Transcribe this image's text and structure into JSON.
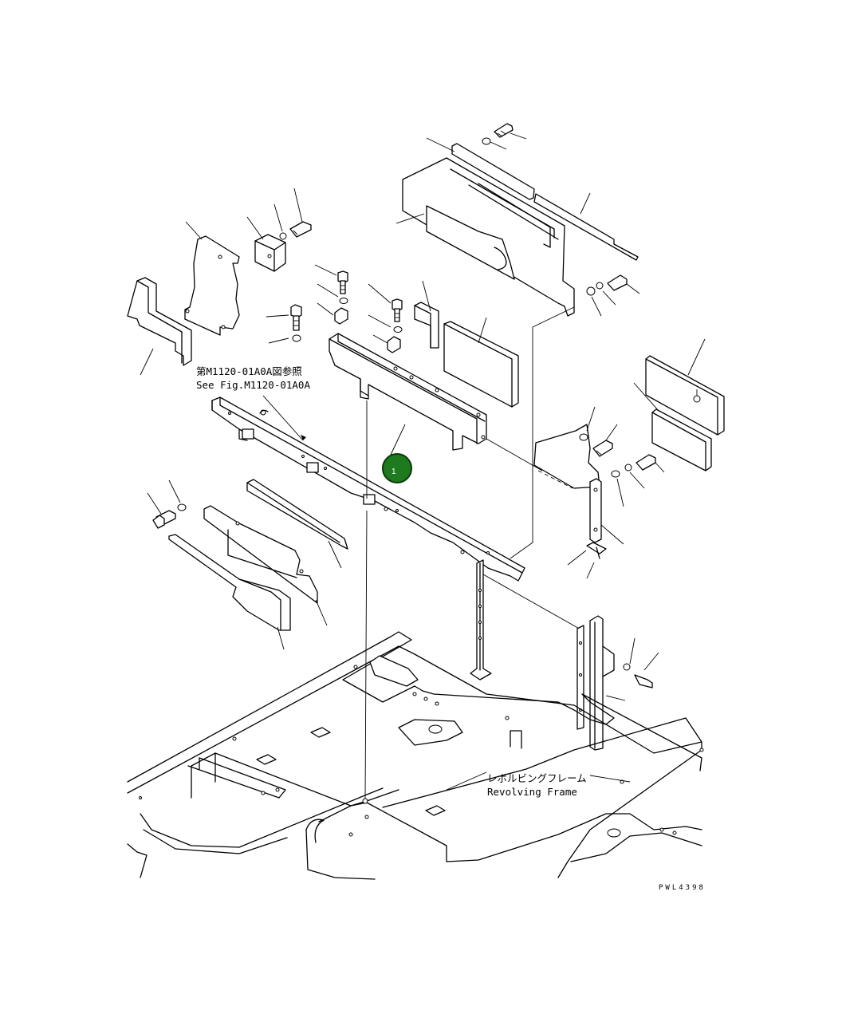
{
  "reference_note": {
    "line_jp": "第M1120-01A0A図参照",
    "line_en": "See Fig.M1120-01A0A"
  },
  "frame_label": {
    "line_jp": "レボルビングフレーム",
    "line_en": "Revolving Frame"
  },
  "drawing_code": "PWL4398",
  "callout": {
    "number": "1",
    "color": "#1e7a1e"
  }
}
